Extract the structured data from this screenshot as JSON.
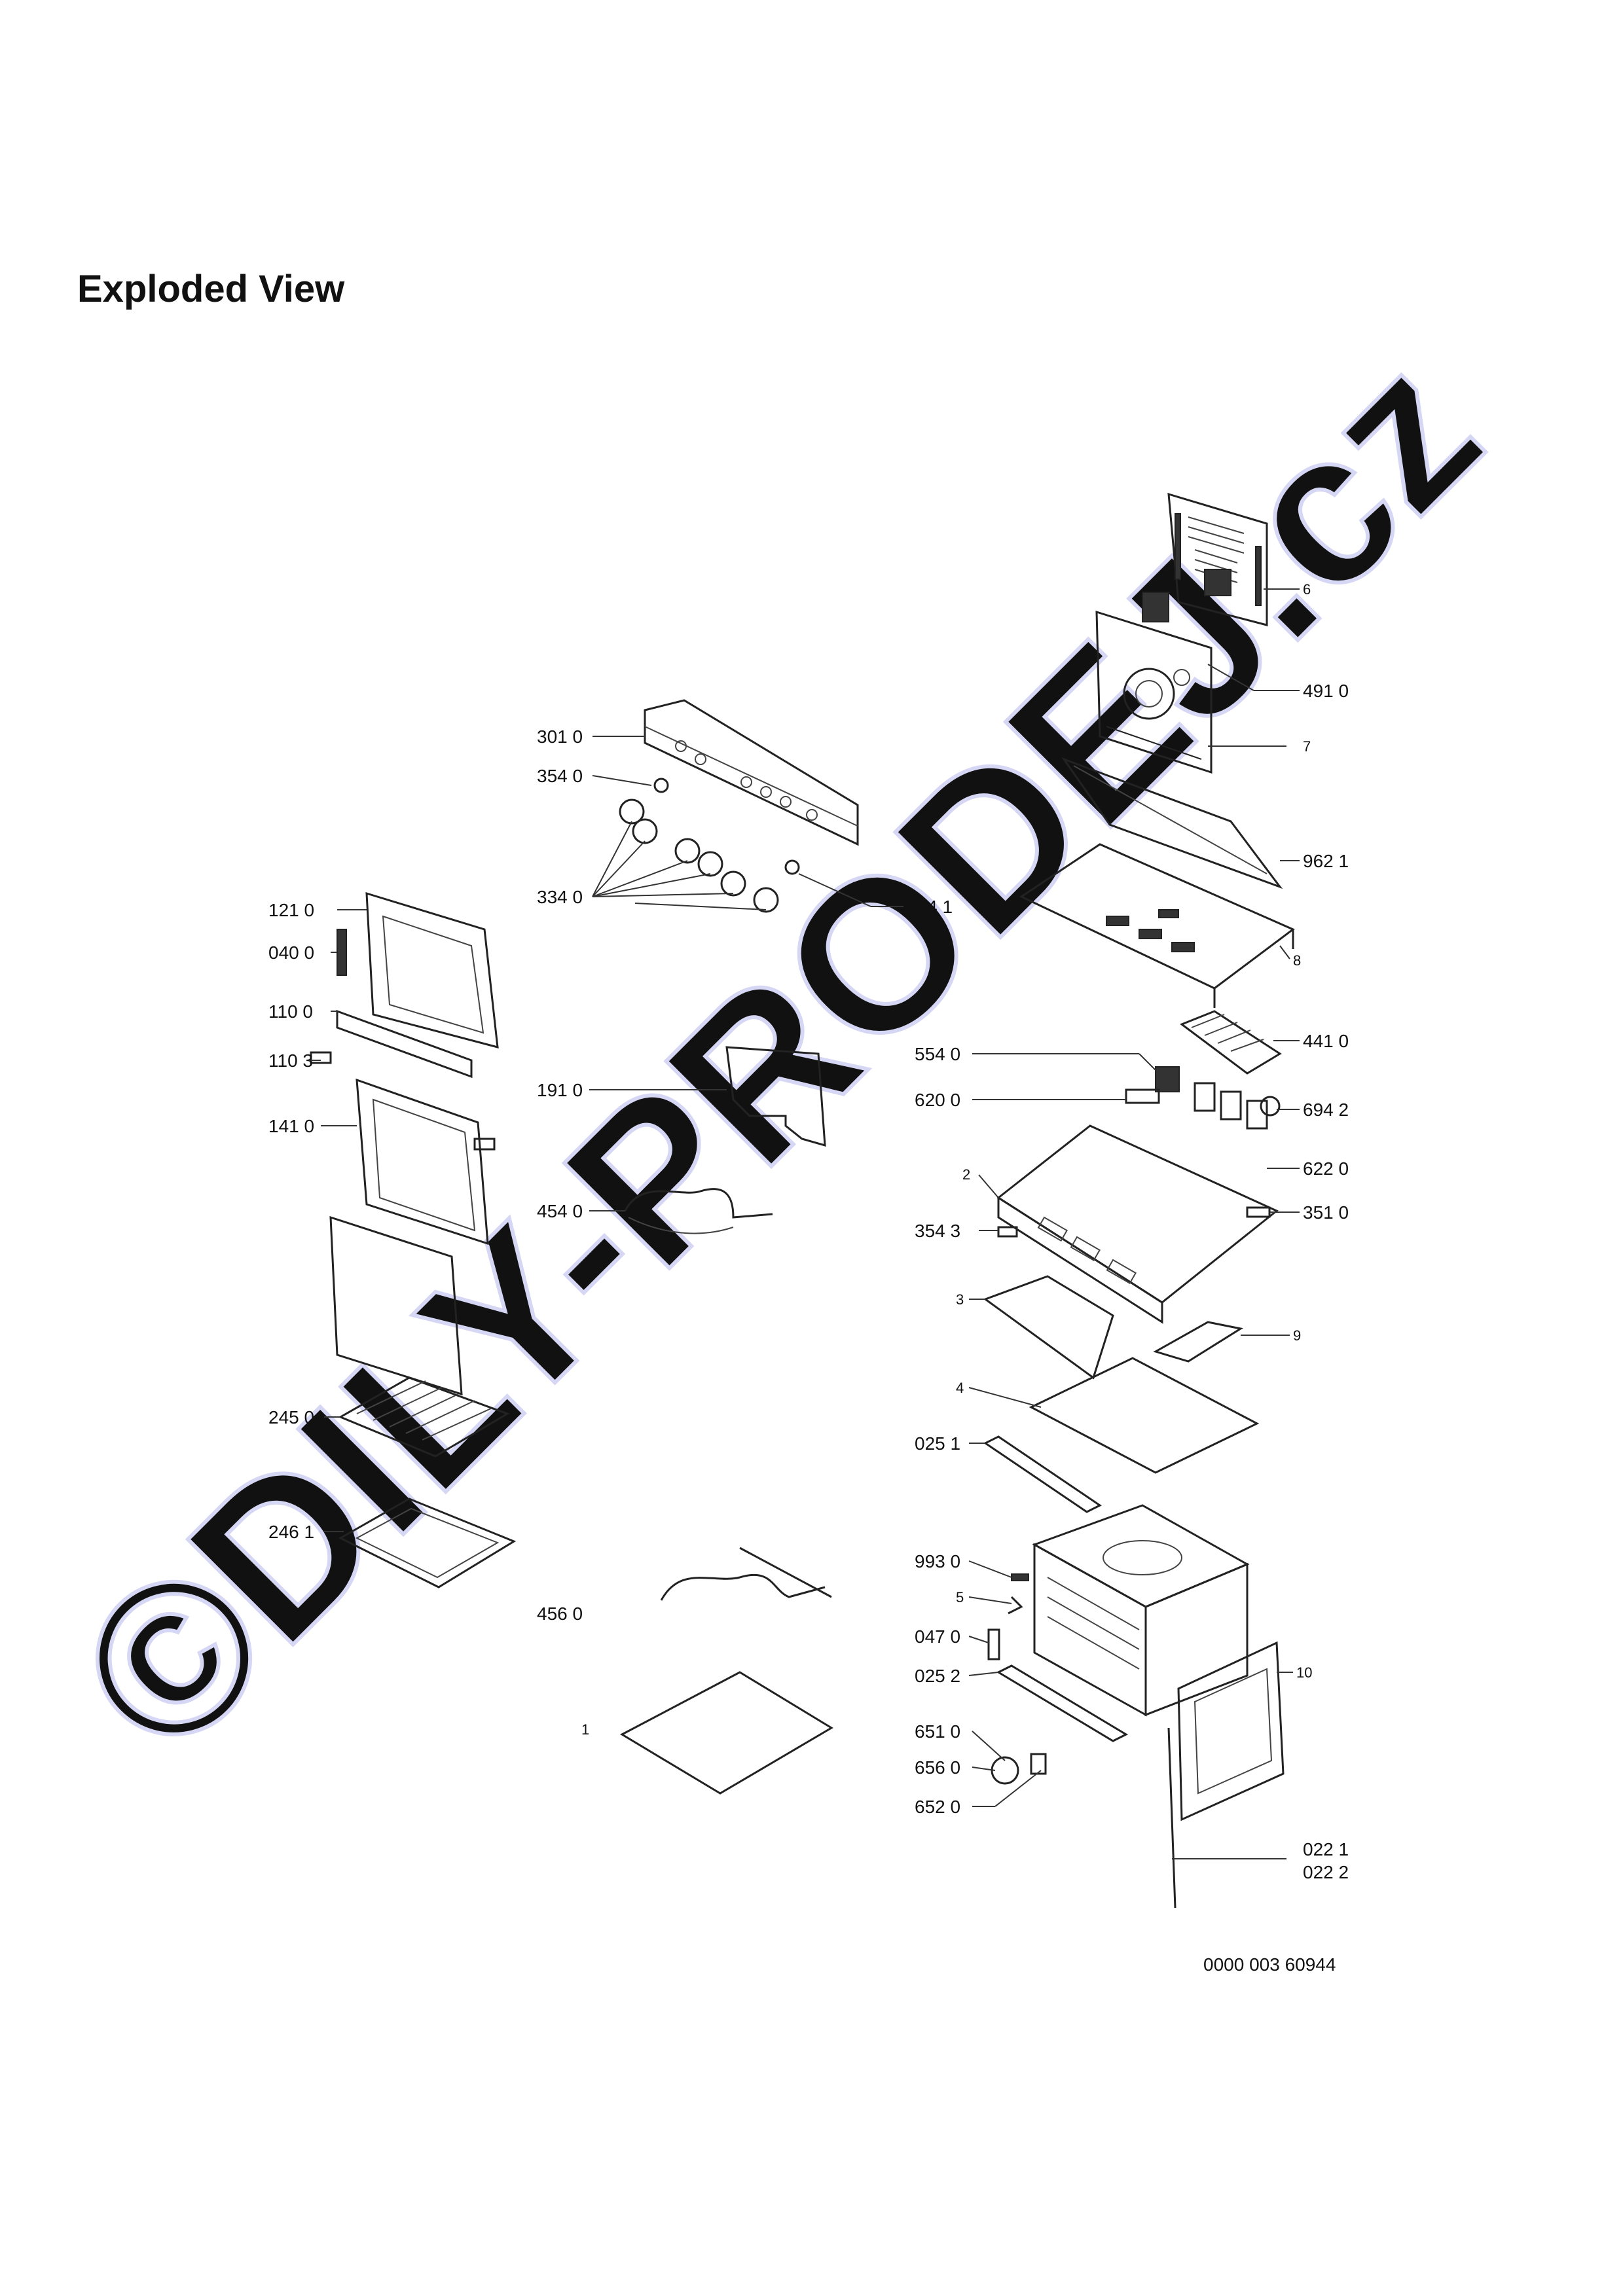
{
  "title": "Exploded View",
  "watermark": "©DILY-PRODEJ.cz",
  "drawing_number": "0000 003 60944",
  "labels": {
    "l6": "6",
    "l4910": "491 0",
    "l7": "7",
    "l9621": "962 1",
    "l8": "8",
    "l3010": "301 0",
    "l3540": "354 0",
    "l3340": "334 0",
    "l3541": "354 1",
    "l1210": "121 0",
    "l0400": "040 0",
    "l1100": "110 0",
    "l1103": "110 3",
    "l1410": "141 0",
    "l1910": "191 0",
    "l4540": "454 0",
    "l2450": "245 0",
    "l2461": "246 1",
    "l4560": "456 0",
    "l1": "1",
    "l5540": "554 0",
    "l4410": "441 0",
    "l6200": "620 0",
    "l6942": "694 2",
    "l2": "2",
    "l6220": "622 0",
    "l3543": "354 3",
    "l3510": "351 0",
    "l3": "3",
    "l9": "9",
    "l4": "4",
    "l0251": "025 1",
    "l9930": "993 0",
    "l5": "5",
    "l0470": "047 0",
    "l0252": "025 2",
    "l10": "10",
    "l6510": "651 0",
    "l6560": "656 0",
    "l6520": "652 0",
    "l0221": "022 1",
    "l0222": "022 2"
  }
}
